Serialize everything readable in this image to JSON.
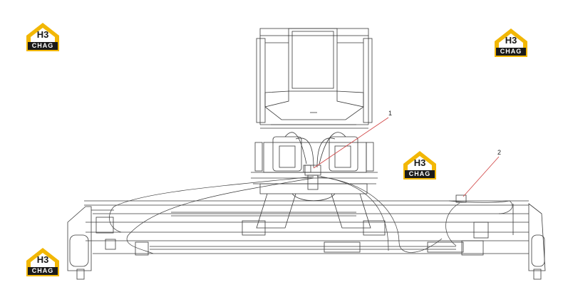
{
  "watermark": {
    "mark_text": "H3",
    "label_text": "CHAG",
    "color_yellow": "#f2b705",
    "color_dark": "#1a1a1a"
  },
  "callouts": [
    {
      "label": "1"
    },
    {
      "label": "2"
    }
  ],
  "colors": {
    "line": "#3a3a3a",
    "leader": "#d04040"
  }
}
